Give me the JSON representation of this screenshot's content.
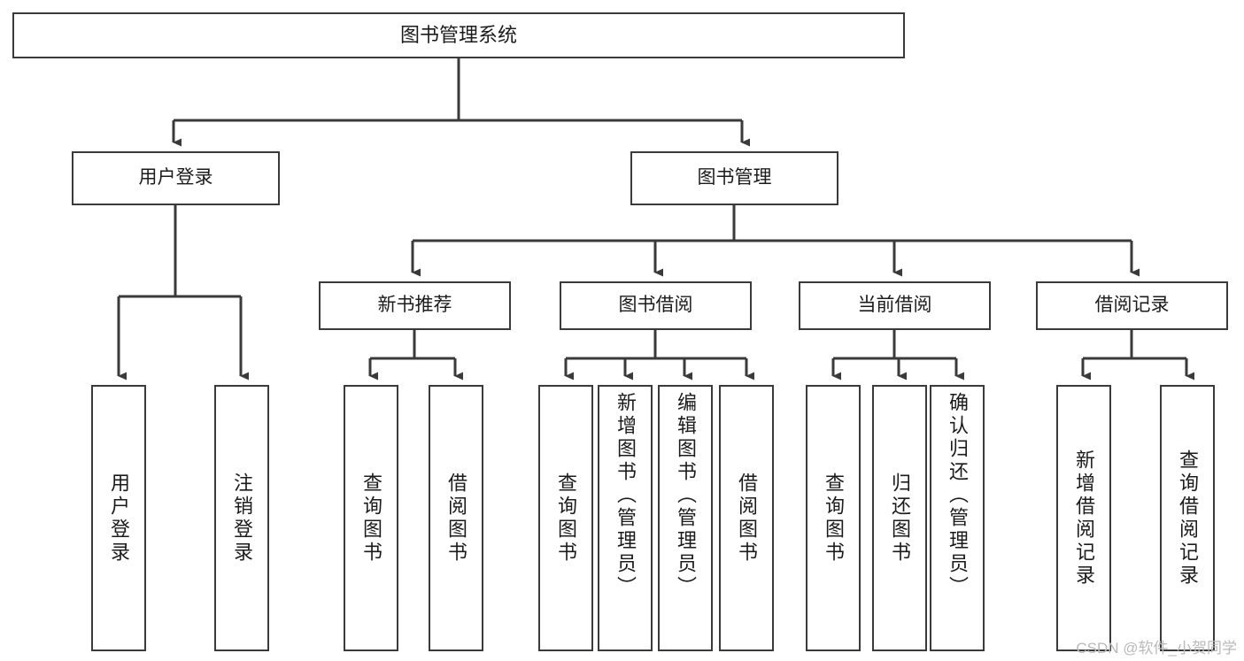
{
  "diagram": {
    "title": "图书管理系统",
    "type": "hierarchy-tree",
    "root": {
      "label": "图书管理系统"
    },
    "level2": [
      {
        "label": "用户登录"
      },
      {
        "label": "图书管理"
      }
    ],
    "level3": [
      {
        "label": "新书推荐"
      },
      {
        "label": "图书借阅"
      },
      {
        "label": "当前借阅"
      },
      {
        "label": "借阅记录"
      }
    ],
    "leaves": [
      {
        "label": "用户登录",
        "parent": "用户登录",
        "long": false
      },
      {
        "label": "注销登录",
        "parent": "用户登录",
        "long": false
      },
      {
        "label": "查询图书",
        "parent": "新书推荐",
        "long": false
      },
      {
        "label": "借阅图书",
        "parent": "新书推荐",
        "long": false
      },
      {
        "label": "查询图书",
        "parent": "图书借阅",
        "long": false
      },
      {
        "label": "新增图书（管理员）",
        "parent": "图书借阅",
        "long": true
      },
      {
        "label": "编辑图书（管理员）",
        "parent": "图书借阅",
        "long": true
      },
      {
        "label": "借阅图书",
        "parent": "图书借阅",
        "long": false
      },
      {
        "label": "查询图书",
        "parent": "当前借阅",
        "long": false
      },
      {
        "label": "归还图书",
        "parent": "当前借阅",
        "long": false
      },
      {
        "label": "确认归还（管理员）",
        "parent": "当前借阅",
        "long": true
      },
      {
        "label": "新增借阅记录",
        "parent": "借阅记录",
        "long": false
      },
      {
        "label": "查询借阅记录",
        "parent": "借阅记录",
        "long": false
      }
    ],
    "watermark": "CSDN @软件_小贺同学",
    "colors": {
      "border": "#3a3a3a",
      "text": "#1b1b1b",
      "background": "#ffffff",
      "watermark": "#b9b9b9"
    }
  }
}
